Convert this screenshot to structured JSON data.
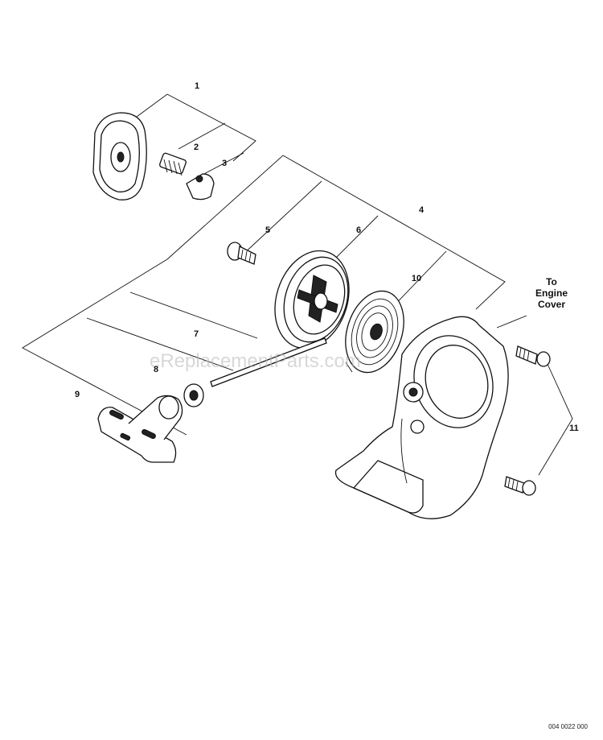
{
  "diagram": {
    "callouts": {
      "c1": "1",
      "c2": "2",
      "c3": "3",
      "c4": "4",
      "c5": "5",
      "c6": "6",
      "c7": "7",
      "c8": "8",
      "c9": "9",
      "c10": "10",
      "c11": "11"
    },
    "note_lines": [
      "To",
      "Engine",
      "Cover"
    ],
    "watermark": "eReplacementParts.com",
    "reference_code": "004 0022 000"
  }
}
